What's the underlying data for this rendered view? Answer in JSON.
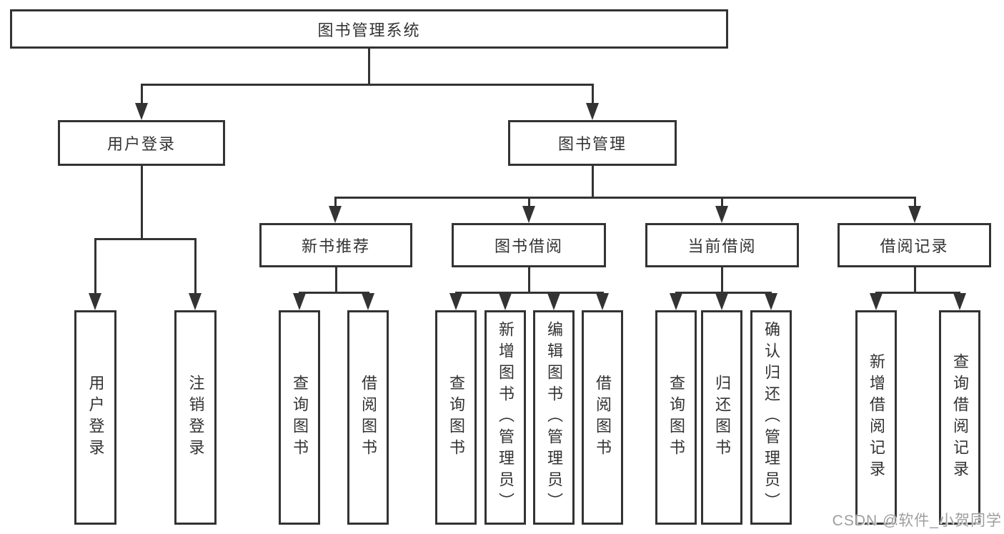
{
  "title": "图书管理系统",
  "tree": {
    "root": {
      "label": "图书管理系统"
    },
    "level2": [
      {
        "label": "用户登录"
      },
      {
        "label": "图书管理"
      }
    ],
    "level3": [
      {
        "label": "新书推荐",
        "parent": "图书管理"
      },
      {
        "label": "图书借阅",
        "parent": "图书管理"
      },
      {
        "label": "当前借阅",
        "parent": "图书管理"
      },
      {
        "label": "借阅记录",
        "parent": "图书管理"
      }
    ],
    "leaves": [
      {
        "label": "用户登录",
        "parent": "用户登录"
      },
      {
        "label": "注销登录",
        "parent": "用户登录"
      },
      {
        "label": "查询图书",
        "parent": "新书推荐"
      },
      {
        "label": "借阅图书",
        "parent": "新书推荐"
      },
      {
        "label": "查询图书",
        "parent": "图书借阅"
      },
      {
        "label": "新增图书（管理员）",
        "parent": "图书借阅"
      },
      {
        "label": "编辑图书（管理员）",
        "parent": "图书借阅"
      },
      {
        "label": "借阅图书",
        "parent": "图书借阅"
      },
      {
        "label": "查询图书",
        "parent": "当前借阅"
      },
      {
        "label": "归还图书",
        "parent": "当前借阅"
      },
      {
        "label": "确认归还（管理员）",
        "parent": "当前借阅"
      },
      {
        "label": "新增借阅记录",
        "parent": "借阅记录"
      },
      {
        "label": "查询借阅记录",
        "parent": "借阅记录"
      }
    ]
  },
  "watermark": "CSDN @软件_小贺同学",
  "colors": {
    "line": "#333333",
    "text": "#333333",
    "watermark": "#9e9e9e",
    "background": "#ffffff"
  }
}
